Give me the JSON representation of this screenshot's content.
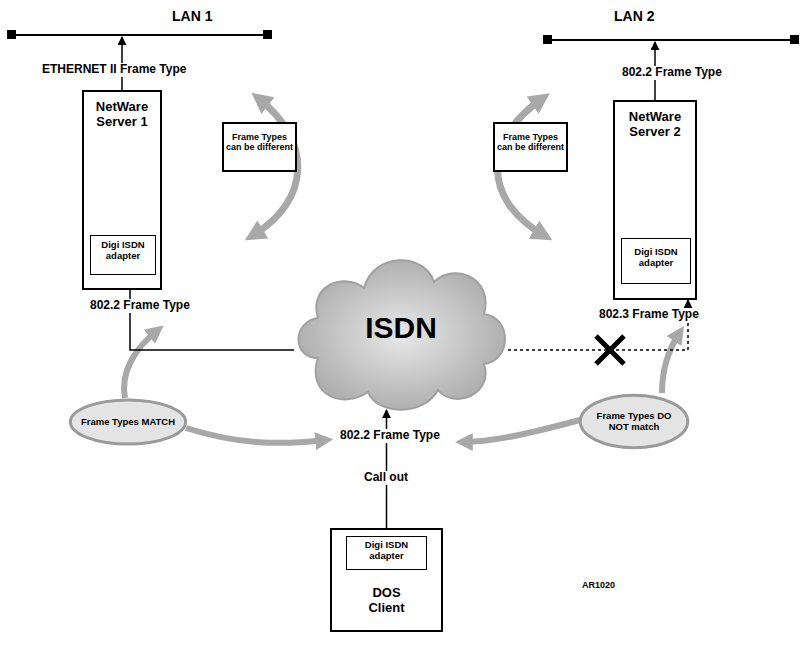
{
  "diagram": {
    "nodes": [
      {
        "text": [
          "NetWare Server 1"
        ]
      },
      {
        "text": [
          "Digi ISDN adapter"
        ],
        "in": 0
      },
      {
        "text": [
          "NetWare Server 2"
        ]
      },
      {
        "text": [
          "Digi ISDN adapter"
        ],
        "in": 2
      },
      {
        "text": [
          "Frame Types can be different"
        ]
      },
      {
        "text": [
          "Frame Types can be different"
        ]
      },
      {
        "text": [
          "ISDN"
        ]
      },
      {
        "text": [
          "Frame Types MATCH"
        ]
      },
      {
        "text": [
          "Frame Types DO NOT match"
        ]
      },
      {
        "text": [
          "DOS Client"
        ]
      },
      {
        "text": [
          "Digi ISDN adapter"
        ],
        "in": 9
      }
    ],
    "edges": [
      {
        "from": 0,
        "to": 6,
        "arrow": "none"
      },
      {
        "from": 6,
        "to": 2,
        "arrow": "to"
      },
      {
        "from": 9,
        "to": 6,
        "arrow": "to"
      }
    ],
    "labels": [
      "LAN 1",
      "LAN 2",
      "ETHERNET II Frame Type",
      "802.2 Frame Type",
      "802.2 Frame Type",
      "802.3 Frame Type",
      "802.2 Frame Type",
      "Call out",
      "AR1020"
    ]
  }
}
